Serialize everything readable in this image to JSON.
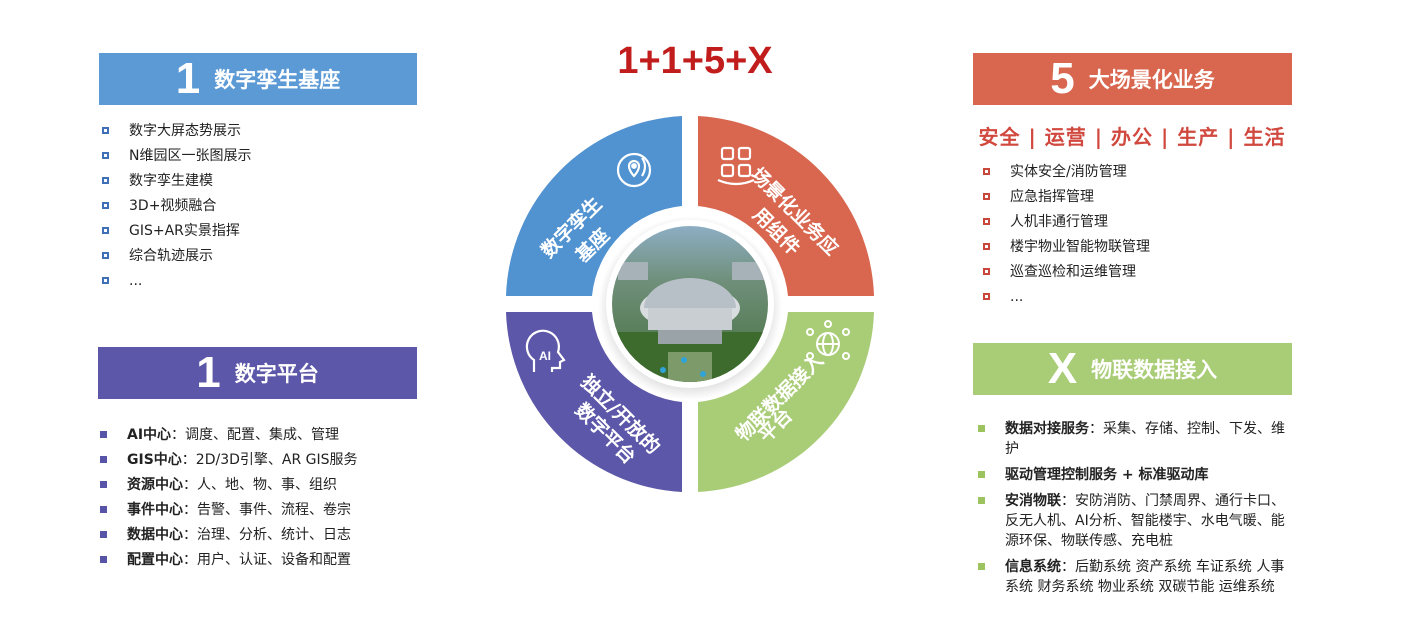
{
  "formula": "1+1+5+X",
  "left_top": {
    "number": "1",
    "title": "数字孪生基座",
    "color": "#5b9ad5",
    "items": [
      "数字大屏态势展示",
      "N维园区一张图展示",
      "数字孪生建模",
      "3D+视频融合",
      "GIS+AR实景指挥",
      "综合轨迹展示",
      "..."
    ]
  },
  "left_bottom": {
    "number": "1",
    "title": "数字平台",
    "color": "#5c57a8",
    "items": [
      {
        "key": "AI中心",
        "text": "：调度、配置、集成、管理"
      },
      {
        "key": "GIS中心",
        "text": "：2D/3D引擎、AR GIS服务"
      },
      {
        "key": "资源中心",
        "text": "：人、地、物、事、组织"
      },
      {
        "key": "事件中心",
        "text": "：告警、事件、流程、卷宗"
      },
      {
        "key": "数据中心",
        "text": "：治理、分析、统计、日志"
      },
      {
        "key": "配置中心",
        "text": "：用户、认证、设备和配置"
      }
    ]
  },
  "right_top": {
    "number": "5",
    "title": "大场景化业务",
    "color": "#d9674f",
    "scenes": "安全 | 运营 | 办公 | 生产 | 生活",
    "items": [
      "实体安全/消防管理",
      "应急指挥管理",
      "人机非通行管理",
      "楼宇物业智能物联管理",
      "巡查巡检和运维管理",
      "..."
    ]
  },
  "right_bottom": {
    "number": "X",
    "title": "物联数据接入",
    "color": "#a9cc77",
    "items": [
      {
        "key": "数据对接服务",
        "text": "：采集、存储、控制、下发、维护"
      },
      {
        "key": "驱动管理控制服务 + 标准驱动库",
        "text": ""
      },
      {
        "key": "安消物联",
        "text": "：安防消防、门禁周界、通行卡口、反无人机、AI分析、智能楼宇、水电气暖、能源环保、物联传感、充电桩"
      },
      {
        "key": "信息系统",
        "text": "：后勤系统 资产系统 车证系统 人事系统 财务系统 物业系统 双碳节能 运维系统"
      }
    ]
  },
  "ring": {
    "q1": {
      "line1": "数字孪生",
      "line2": "基座",
      "color": "#5192d0",
      "icon": "location-globe-icon"
    },
    "q2": {
      "line1": "场景化业务应",
      "line2": "用组件",
      "color": "#d9674f",
      "icon": "app-grid-icon"
    },
    "q3": {
      "line1": "独立/开放的",
      "line2": "数字平台",
      "color": "#5c57a8",
      "icon": "ai-head-icon"
    },
    "q4": {
      "line1": "物联数据接入",
      "line2": "平台",
      "color": "#a9cc77",
      "icon": "network-globe-icon"
    }
  }
}
